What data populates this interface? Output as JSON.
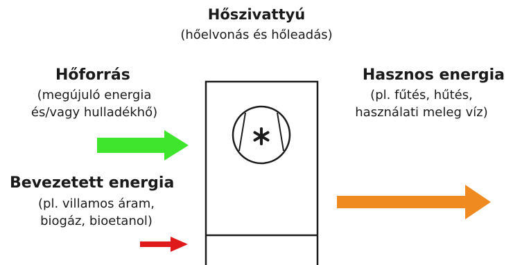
{
  "title": "Hőszivattyú",
  "subtitle": "(hőelvonás és hőleadás)",
  "heat_source": {
    "label": "Hőforrás",
    "line1": "(megújuló energia",
    "line2": "és/vagy hulladékhő)"
  },
  "input_energy": {
    "label": "Bevezetett energia",
    "line1": "(pl. villamos áram,",
    "line2": "biogáz, bioetanol)"
  },
  "useful_energy": {
    "label": "Hasznos energia",
    "line1": "(pl. fűtés, hűtés,",
    "line2": "használati meleg víz)"
  },
  "colors": {
    "heat_source_arrow": "#3fe52c",
    "input_energy_arrow": "#e01a1a",
    "useful_energy_arrow": "#ee8a20",
    "outline": "#1a1a1a"
  },
  "icons": {
    "compressor": "asterisk-in-circle"
  }
}
